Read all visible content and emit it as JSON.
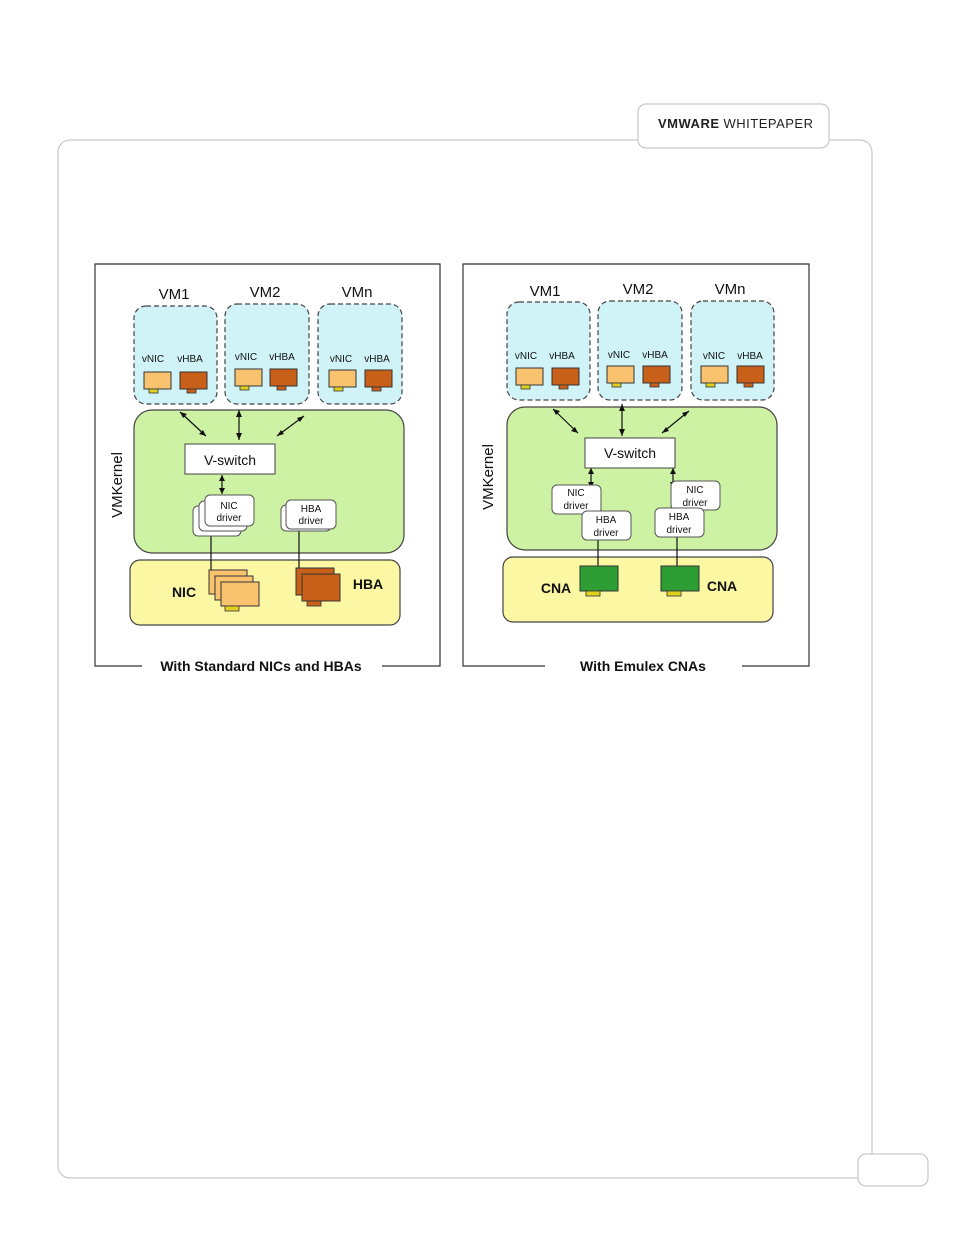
{
  "header": {
    "brand": "VMWARE",
    "section": "WHITEPAPER"
  },
  "diagrams": [
    {
      "caption": "With Standard NICs and HBAs",
      "vms": [
        {
          "name": "VM1",
          "vnic": "vNIC",
          "vhba": "vHBA"
        },
        {
          "name": "VM2",
          "vnic": "vNIC",
          "vhba": "vHBA"
        },
        {
          "name": "VMn",
          "vnic": "vNIC",
          "vhba": "vHBA"
        }
      ],
      "vmkernel_label": "VMKernel",
      "vswitch": "V-switch",
      "driver_a": [
        "NIC",
        "driver"
      ],
      "driver_b": [
        "HBA",
        "driver"
      ],
      "hw_a": "NIC",
      "hw_b": "HBA"
    },
    {
      "caption": "With Emulex CNAs",
      "vms": [
        {
          "name": "VM1",
          "vnic": "vNIC",
          "vhba": "vHBA"
        },
        {
          "name": "VM2",
          "vnic": "vNIC",
          "vhba": "vHBA"
        },
        {
          "name": "VMn",
          "vnic": "vNIC",
          "vhba": "vHBA"
        }
      ],
      "vmkernel_label": "VMKernel",
      "vswitch": "V-switch",
      "driver_a": [
        "NIC",
        "driver"
      ],
      "driver_b": [
        "HBA",
        "driver"
      ],
      "driver_c": [
        "NIC",
        "driver"
      ],
      "driver_d": [
        "HBA",
        "driver"
      ],
      "hw_a": "CNA",
      "hw_b": "CNA"
    }
  ],
  "colors": {
    "vm_fill": "#cff3f7",
    "kernel_fill": "#cdf2a4",
    "hw_fill": "#fbf7a3",
    "nic_card": "#f9c26f",
    "hba_card": "#c9601a",
    "cna_card": "#2e9e34",
    "connector": "#e0d020"
  }
}
